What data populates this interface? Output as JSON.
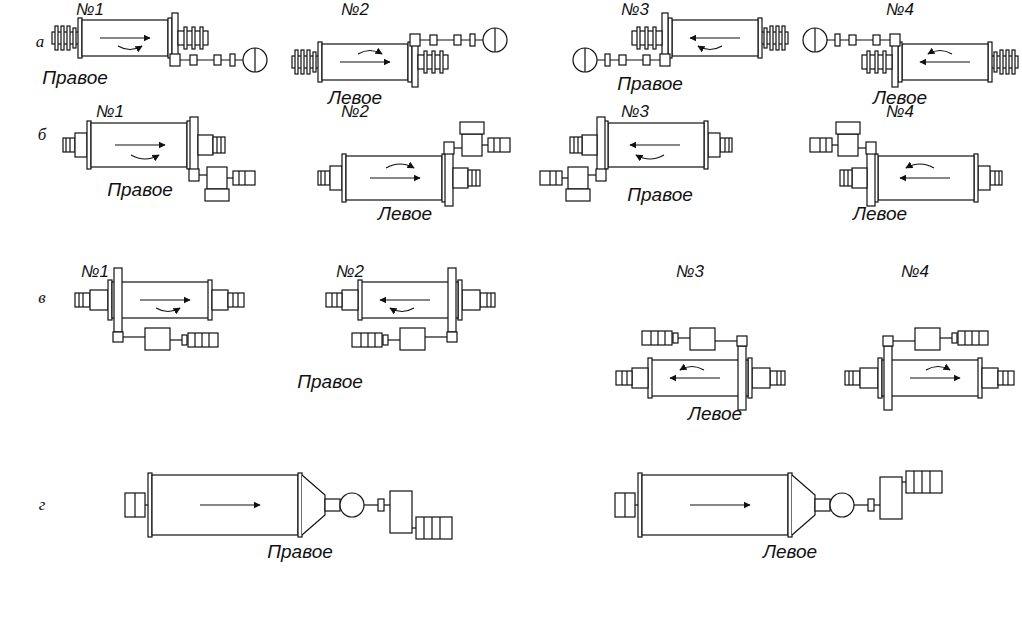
{
  "diagram": {
    "labels": [
      "№1",
      "№2",
      "№3",
      "№4",
      "а",
      "Правое",
      "Левое",
      "Правое",
      "Левое",
      "№1",
      "№2",
      "№3",
      "№4",
      "б",
      "Правое",
      "Левое",
      "Правое",
      "Левое",
      "№1",
      "№2",
      "№3",
      "№4",
      "в",
      "Правое",
      "Левое",
      "г",
      "Правое",
      "Левое"
    ]
  }
}
